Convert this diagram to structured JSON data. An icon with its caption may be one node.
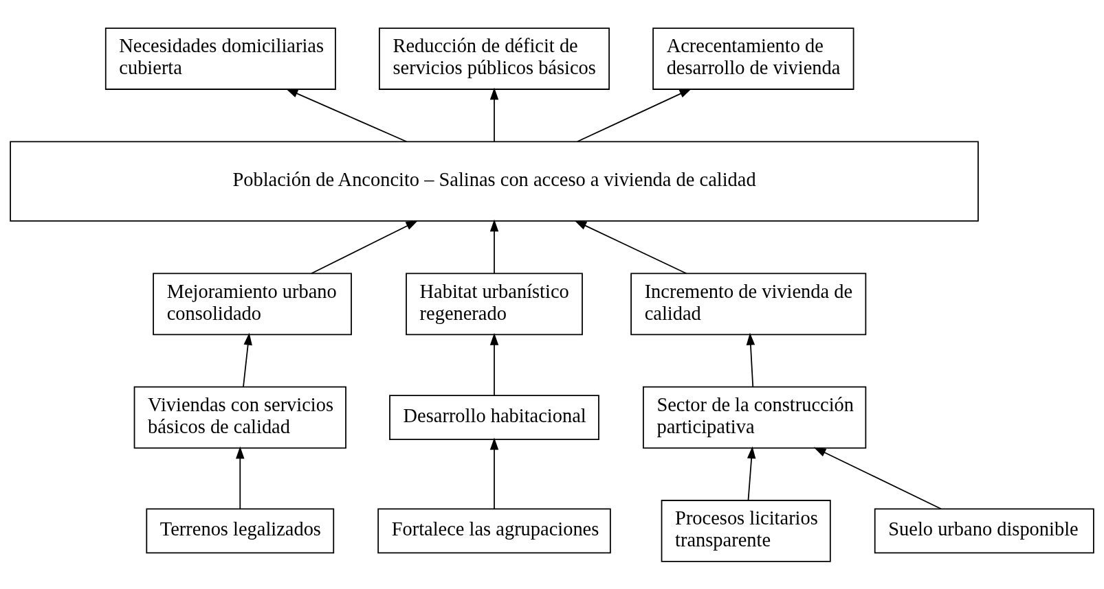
{
  "diagram": {
    "nodes": [
      {
        "text": [
          "Necesidades domiciliarias cubierta"
        ]
      },
      {
        "text": [
          "Reducción de déficit de servicios públicos básicos"
        ]
      },
      {
        "text": [
          "Acrecentamiento de desarrollo de vivienda"
        ]
      },
      {
        "text": [
          "Población de Anconcito – Salinas con acceso a vivienda de calidad"
        ]
      },
      {
        "text": [
          "Mejoramiento urbano consolidado"
        ]
      },
      {
        "text": [
          "Habitat urbanístico regenerado"
        ]
      },
      {
        "text": [
          "Incremento de vivienda de calidad"
        ]
      },
      {
        "text": [
          "Viviendas con servicios básicos de calidad"
        ]
      },
      {
        "text": [
          "Desarrollo habitacional"
        ]
      },
      {
        "text": [
          "Sector de la construcción participativa"
        ]
      },
      {
        "text": [
          "Terrenos legalizados"
        ]
      },
      {
        "text": [
          "Fortalece las agrupaciones"
        ]
      },
      {
        "text": [
          "Procesos licitarios transparente"
        ]
      },
      {
        "text": [
          "Suelo urbano disponible"
        ]
      }
    ],
    "edges": [
      {
        "from": 3,
        "to": 0,
        "arrow": "to"
      },
      {
        "from": 3,
        "to": 1,
        "arrow": "to"
      },
      {
        "from": 3,
        "to": 2,
        "arrow": "to"
      },
      {
        "from": 4,
        "to": 3,
        "arrow": "to"
      },
      {
        "from": 5,
        "to": 3,
        "arrow": "to"
      },
      {
        "from": 6,
        "to": 3,
        "arrow": "to"
      },
      {
        "from": 7,
        "to": 4,
        "arrow": "to"
      },
      {
        "from": 8,
        "to": 5,
        "arrow": "to"
      },
      {
        "from": 9,
        "to": 6,
        "arrow": "to"
      },
      {
        "from": 10,
        "to": 7,
        "arrow": "to"
      },
      {
        "from": 11,
        "to": 8,
        "arrow": "to"
      },
      {
        "from": 12,
        "to": 9,
        "arrow": "to"
      },
      {
        "from": 13,
        "to": 9,
        "arrow": "to"
      }
    ]
  }
}
